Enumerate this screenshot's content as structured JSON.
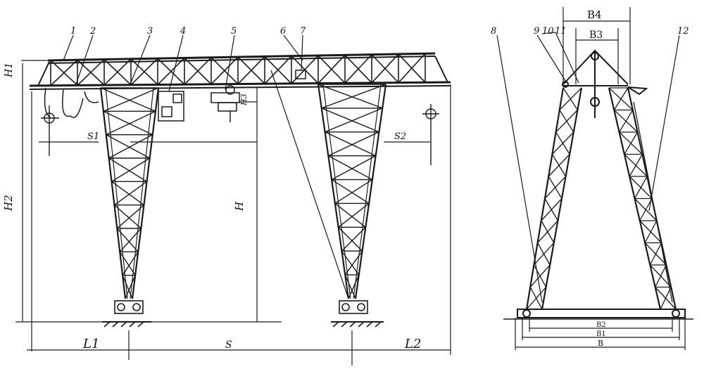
{
  "front_view": {
    "callouts": [
      "1",
      "2",
      "3",
      "4",
      "5",
      "6",
      "7"
    ],
    "dimensions": {
      "H1": "H1",
      "H2": "H2",
      "H": "H",
      "S1": "S1",
      "S2": "S2",
      "L1": "L1",
      "L2": "L2",
      "S": "S"
    }
  },
  "side_view": {
    "callouts": [
      "8",
      "9",
      "10",
      "11",
      "12"
    ],
    "dimensions": {
      "B4": "B4",
      "B3": "B3",
      "B2": "B2",
      "B1": "B1",
      "B": "B"
    }
  },
  "colors": {
    "line": "#1a1a1a",
    "background": "#ffffff"
  }
}
